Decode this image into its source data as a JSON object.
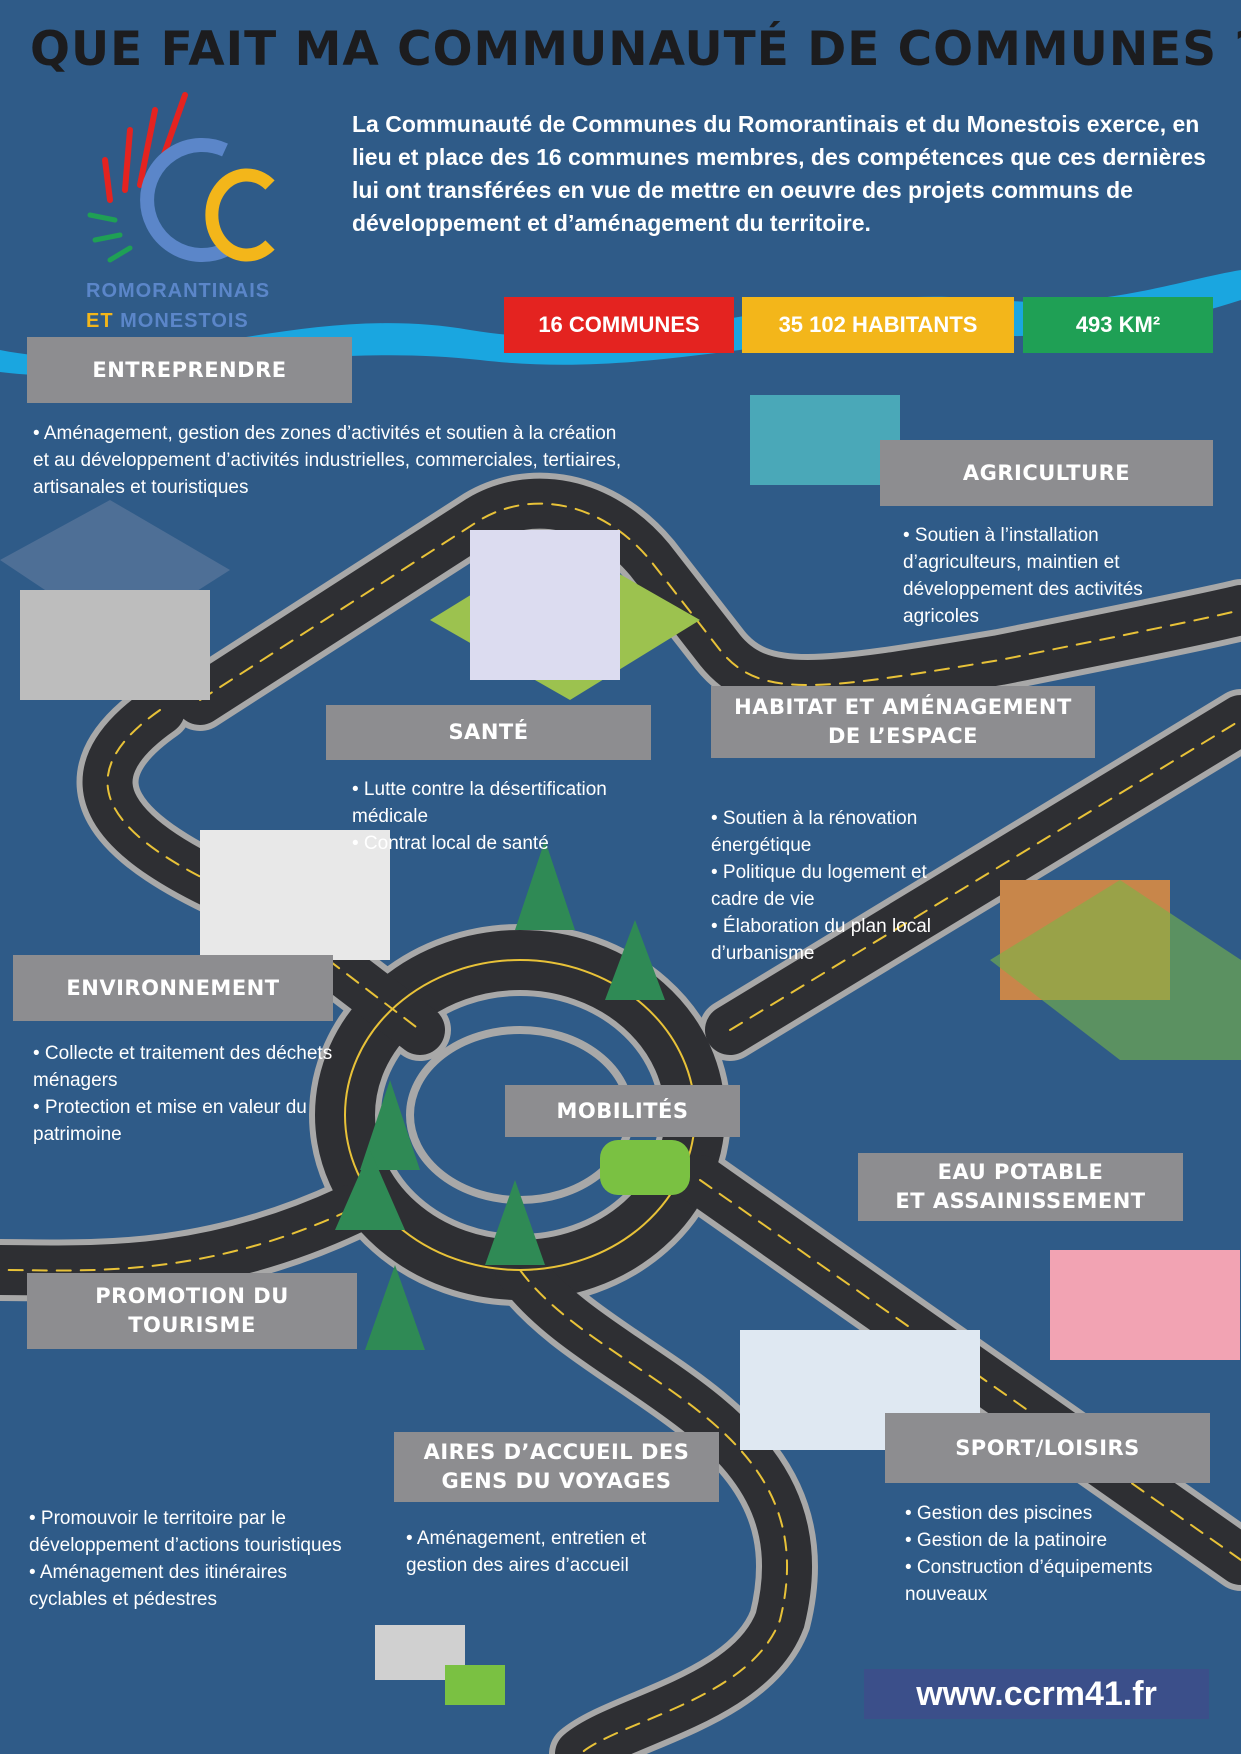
{
  "title": "QUE FAIT MA COMMUNAUTÉ DE COMMUNES ?",
  "intro": "La Communauté de Communes du Romorantinais et du Monestois exerce, en lieu et place des 16 communes membres, des compétences que ces dernières lui ont transférées en vue de mettre en oeuvre des projets communs de développement et d’aménagement du territoire.",
  "logo": {
    "line1": "ROMORANTINAIS",
    "line2a": "ET",
    "line2b": "MONESTOIS"
  },
  "stats": [
    {
      "label": "16 COMMUNES",
      "color": "#e42320"
    },
    {
      "label": "35 102 HABITANTS",
      "color": "#f3b61a"
    },
    {
      "label": "493 KM²",
      "color": "#1fa055"
    }
  ],
  "sections": {
    "entreprendre": {
      "title": "ENTREPRENDRE",
      "items": [
        "• Aménagement, gestion des zones d’activités et soutien à la création et au développement d’activités industrielles, commerciales, tertiaires, artisanales et touristiques"
      ]
    },
    "agriculture": {
      "title": "AGRICULTURE",
      "items": [
        "• Soutien à l’installation d’agriculteurs, maintien et développement des activités agricoles"
      ]
    },
    "sante": {
      "title": "SANTÉ",
      "items": [
        "• Lutte contre la désertification médicale",
        "• Contrat local de santé"
      ]
    },
    "habitat": {
      "title1": "HABITAT ET AMÉNAGEMENT",
      "title2": "DE L’ESPACE",
      "items": [
        "• Soutien à la rénovation énergétique",
        "• Politique du logement et cadre de vie",
        "• Élaboration du plan local d’urbanisme"
      ]
    },
    "environnement": {
      "title": "ENVIRONNEMENT",
      "items": [
        "• Collecte et traitement des déchets ménagers",
        "• Protection et mise en valeur du patrimoine"
      ]
    },
    "mobilites": {
      "title": "MOBILITÉS"
    },
    "eau": {
      "title1": "EAU POTABLE",
      "title2": "ET ASSAINISSEMENT"
    },
    "tourisme": {
      "title1": "PROMOTION DU",
      "title2": "TOURISME",
      "items": [
        "• Promouvoir le territoire par le développement d’actions touristiques",
        "• Aménagement des itinéraires cyclables et pédestres"
      ]
    },
    "aires": {
      "title1": "AIRES D’ACCUEIL DES",
      "title2": "GENS DU VOYAGES",
      "items": [
        "• Aménagement, entretien et gestion des aires d’accueil"
      ]
    },
    "sport": {
      "title": "SPORT/LOISIRS",
      "items": [
        "• Gestion des piscines",
        "• Gestion de la patinoire",
        "• Construction d’équipements nouveaux"
      ]
    }
  },
  "url": "www.ccrm41.fr"
}
